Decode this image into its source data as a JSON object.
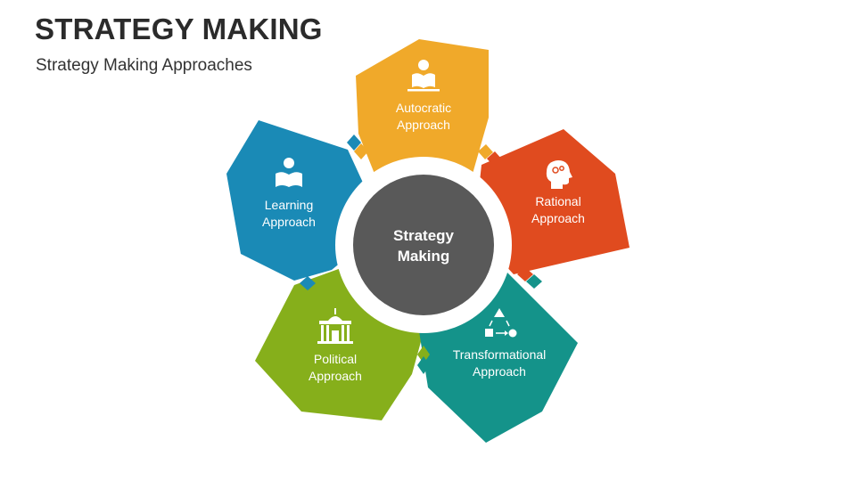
{
  "header": {
    "title": "STRATEGY MAKING",
    "subtitle": "Strategy Making Approaches"
  },
  "center": {
    "line1": "Strategy",
    "line2": "Making"
  },
  "petals": [
    {
      "line1": "Autocratic",
      "line2": "Approach",
      "color": "#F0A92A",
      "icon": "reader-icon"
    },
    {
      "line1": "Rational",
      "line2": "Approach",
      "color": "#E04B1F",
      "icon": "head-gears-icon"
    },
    {
      "line1": "Transformational",
      "line2": "Approach",
      "color": "#14938A",
      "icon": "process-shapes-icon"
    },
    {
      "line1": "Political",
      "line2": "Approach",
      "color": "#86AF1B",
      "icon": "capitol-building-icon"
    },
    {
      "line1": "Learning",
      "line2": "Approach",
      "color": "#1A8AB6",
      "icon": "student-book-icon"
    }
  ],
  "colors": {
    "center_fill": "#595959",
    "ring": "#ffffff"
  }
}
